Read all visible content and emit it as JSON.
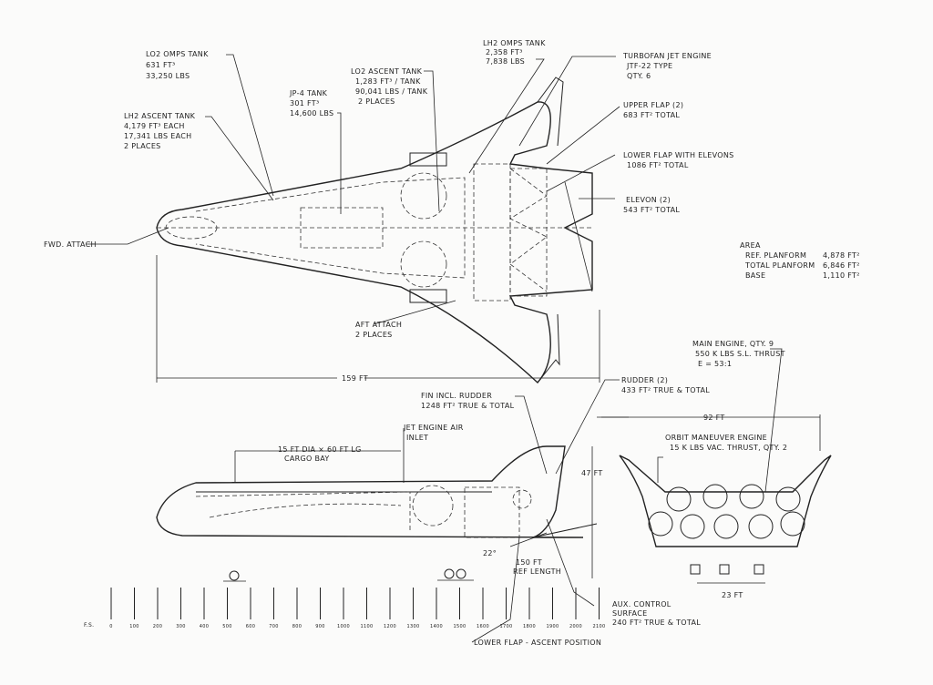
{
  "top_view": {
    "lo2_omps_tank": [
      "LO2 OMPS TANK",
      "631 FT³",
      "33,250 LBS"
    ],
    "lh2_ascent_tank": [
      "LH2 ASCENT TANK",
      "4,179 FT³ EACH",
      "17,341 LBS EACH",
      "2 PLACES"
    ],
    "jp4_tank": [
      "JP-4 TANK",
      "301 FT³",
      "14,600 LBS"
    ],
    "lo2_ascent_tank": [
      "LO2 ASCENT TANK",
      "1,283 FT³ / TANK",
      "90,041 LBS / TANK",
      "2 PLACES"
    ],
    "lh2_omps_tank": [
      "LH2 OMPS TANK",
      "2,358 FT³",
      "7,838 LBS"
    ],
    "turbofan": [
      "TURBOFAN JET ENGINE",
      "JTF-22 TYPE",
      "QTY. 6"
    ],
    "upper_flap": [
      "UPPER FLAP (2)",
      "683 FT² TOTAL"
    ],
    "lower_flap": [
      "LOWER FLAP WITH ELEVONS",
      "1086 FT² TOTAL"
    ],
    "elevon": [
      "ELEVON (2)",
      "543 FT² TOTAL"
    ],
    "fwd_attach": "FWD. ATTACH",
    "aft_attach": [
      "AFT ATTACH",
      "2 PLACES"
    ],
    "length": "159 FT"
  },
  "area": {
    "title": "AREA",
    "rows": [
      {
        "label": "REF. PLANFORM",
        "value": "4,878 FT²"
      },
      {
        "label": "TOTAL PLANFORM",
        "value": "6,846 FT²"
      },
      {
        "label": "BASE",
        "value": "1,110 FT²"
      }
    ]
  },
  "side_view": {
    "fin": [
      "FIN INCL. RUDDER",
      "1248 FT² TRUE & TOTAL"
    ],
    "rudder": [
      "RUDDER (2)",
      "433 FT² TRUE & TOTAL"
    ],
    "inlet": [
      "JET ENGINE AIR",
      "INLET"
    ],
    "cargo": [
      "15 FT DIA × 60 FT LG",
      "CARGO BAY"
    ],
    "height": "47 FT",
    "angle": "22°",
    "ref_length": [
      "150 FT",
      "REF LENGTH"
    ],
    "aux": [
      "AUX. CONTROL",
      "SURFACE",
      "240 FT² TRUE & TOTAL"
    ],
    "lower_flap_ascent": "LOWER FLAP - ASCENT POSITION"
  },
  "rear_view": {
    "main_engine": [
      "MAIN ENGINE, QTY. 9",
      "550 K LBS S.L. THRUST",
      "E = 53:1"
    ],
    "orbit_engine": [
      "ORBIT MANEUVER ENGINE",
      "15 K LBS VAC. THRUST, QTY. 2"
    ],
    "span": "92 FT",
    "track": "23 FT"
  },
  "station_scale": {
    "prefix": "F.S.",
    "ticks": [
      "0",
      "100",
      "200",
      "300",
      "400",
      "500",
      "600",
      "700",
      "800",
      "900",
      "1000",
      "1100",
      "1200",
      "1300",
      "1400",
      "1500",
      "1600",
      "1700",
      "1800",
      "1900",
      "2000",
      "2100"
    ]
  }
}
